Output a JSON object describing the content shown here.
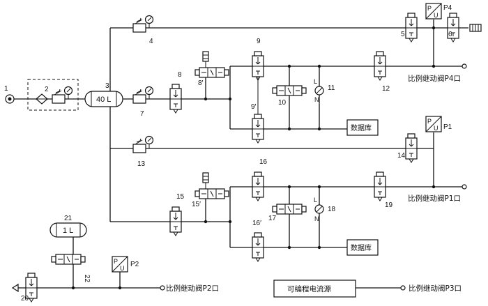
{
  "components": {
    "c1": "1",
    "c2": "2",
    "c3": "3",
    "c4": "4",
    "c5": "5",
    "c6": "6",
    "c7": "7",
    "c8": "8",
    "c8p": "8′",
    "c9": "9",
    "c9p": "9′",
    "c10": "10",
    "c11": "11",
    "c12": "12",
    "c13": "13",
    "c14": "14",
    "c15": "15",
    "c15p": "15′",
    "c16": "16",
    "c16p": "16′",
    "c17": "17",
    "c18": "18",
    "c19": "19",
    "c20": "20",
    "c21": "21",
    "c22": "22"
  },
  "tanks": {
    "main": "40 L",
    "small": "1 L"
  },
  "sensors": {
    "p1": "P1",
    "p2": "P2",
    "p4": "P4",
    "pu_p": "P",
    "pu_u": "U"
  },
  "meters": {
    "l": "L",
    "n": "N"
  },
  "outputs": {
    "p4": "比例继动阀P4口",
    "p1": "比例继动阀P1口",
    "p2": "比例继动阀P2口",
    "p3": "比例继动阀P3口"
  },
  "boxes": {
    "database": "数据库",
    "current_source": "可编程电流源"
  }
}
